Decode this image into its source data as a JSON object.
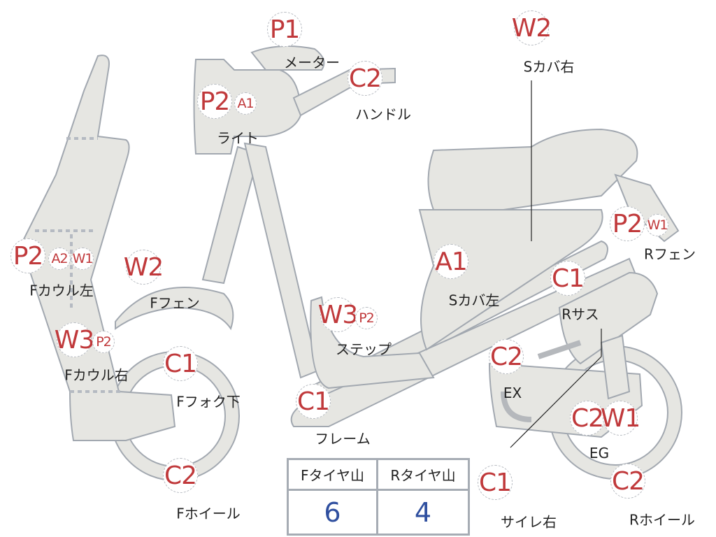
{
  "parts": [
    {
      "label": "メーター",
      "badges": [
        {
          "code": "P1",
          "size": "big"
        }
      ]
    },
    {
      "label": "ハンドル",
      "badges": [
        {
          "code": "C2",
          "size": "big"
        }
      ]
    },
    {
      "label": "ライト",
      "badges": [
        {
          "code": "P2",
          "size": "big"
        },
        {
          "code": "A1",
          "size": "small"
        }
      ]
    },
    {
      "label": "Sカバ右",
      "badges": [
        {
          "code": "W2",
          "size": "big"
        }
      ]
    },
    {
      "label": "Rフェン",
      "badges": [
        {
          "code": "P2",
          "size": "big"
        },
        {
          "code": "W1",
          "size": "small"
        }
      ]
    },
    {
      "label": "Fカウル左",
      "badges": [
        {
          "code": "P2",
          "size": "big"
        },
        {
          "code": "A2",
          "size": "small"
        },
        {
          "code": "W1",
          "size": "small"
        }
      ]
    },
    {
      "label": "Fフェン",
      "badges": [
        {
          "code": "W2",
          "size": "big"
        }
      ]
    },
    {
      "label": "Sカバ左",
      "badges": [
        {
          "code": "A1",
          "size": "big"
        }
      ]
    },
    {
      "label": "Rサス",
      "badges": [
        {
          "code": "C1",
          "size": "big"
        }
      ]
    },
    {
      "label": "ステップ",
      "badges": [
        {
          "code": "W3",
          "size": "big"
        },
        {
          "code": "P2",
          "size": "small"
        }
      ]
    },
    {
      "label": "Fカウル右",
      "badges": [
        {
          "code": "W3",
          "size": "big"
        },
        {
          "code": "P2",
          "size": "small"
        }
      ]
    },
    {
      "label": "Fフォク下",
      "badges": [
        {
          "code": "C1",
          "size": "big"
        }
      ]
    },
    {
      "label": "EX",
      "badges": [
        {
          "code": "C2",
          "size": "big"
        }
      ]
    },
    {
      "label": "フレーム",
      "badges": [
        {
          "code": "C1",
          "size": "big"
        }
      ]
    },
    {
      "label": "EG",
      "badges": [
        {
          "code": "C2",
          "size": "big"
        },
        {
          "code": "W1",
          "size": "big"
        }
      ]
    },
    {
      "label": "Fホイール",
      "badges": [
        {
          "code": "C2",
          "size": "big"
        }
      ]
    },
    {
      "label": "サイレ右",
      "badges": [
        {
          "code": "C1",
          "size": "big"
        }
      ]
    },
    {
      "label": "Rホイール",
      "badges": [
        {
          "code": "C2",
          "size": "big"
        }
      ]
    }
  ],
  "tire_table": {
    "front_header": "Fタイヤ山",
    "rear_header": "Rタイヤ山",
    "front_value": "6",
    "rear_value": "4"
  },
  "colors": {
    "badge_text": "#c0393b",
    "body_fill": "#e6e6e2",
    "outline": "#9aa0a8",
    "value_text": "#2f4f9f"
  }
}
